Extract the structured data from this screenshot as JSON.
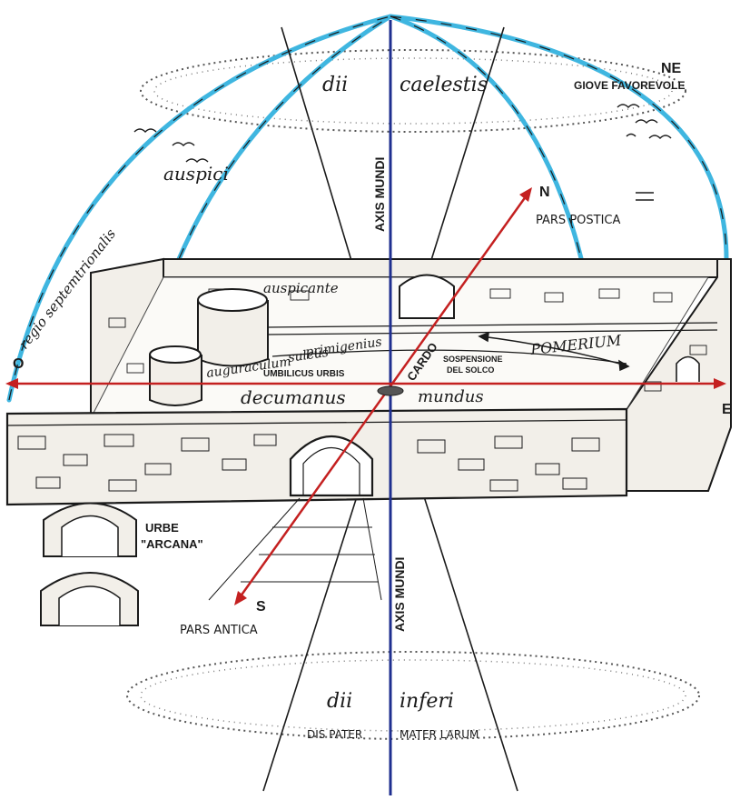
{
  "colors": {
    "sky_arc": "#3fb6e0",
    "axis_line": "#1f2f8f",
    "cardinal_axis": "#c42020",
    "ink": "#1a1a1a",
    "paper": "#ffffff",
    "stone_fill": "#f2efe9"
  },
  "sky": {
    "upper_gods_left": "dii",
    "upper_gods_right": "caelestis",
    "auspices": "auspici",
    "northern_region": "regio septemtrionalis",
    "ne_label": "NE",
    "jove_favorable": "GIOVE FAVOREVOLE"
  },
  "axis": {
    "upper_label": "AXIS MUNDI",
    "lower_label": "AXIS MUNDI"
  },
  "directions": {
    "north": "N",
    "north_part": "PARS POSTICA",
    "south": "S",
    "south_part": "PARS ANTICA",
    "west": "O",
    "east": "E"
  },
  "city": {
    "auspicant": "auspicante",
    "augur_seat": "auguraculum",
    "furrow": "sulcus",
    "first_furrow": "primigenius",
    "navel": "UMBILICUS URBIS",
    "decumanus": "decumanus",
    "cardo": "CARDO",
    "mundus": "mundus",
    "suspension_line1": "SOSPENSIONE",
    "suspension_line2": "DEL SOLCO",
    "pomerium": "POMERIUM",
    "hidden_city_line1": "URBE",
    "hidden_city_line2": "\"ARCANA\""
  },
  "underworld": {
    "lower_gods_left": "dii",
    "lower_gods_right": "inferi",
    "dis_pater": "DIS PATER",
    "mater_larum": "MATER LARUM"
  }
}
